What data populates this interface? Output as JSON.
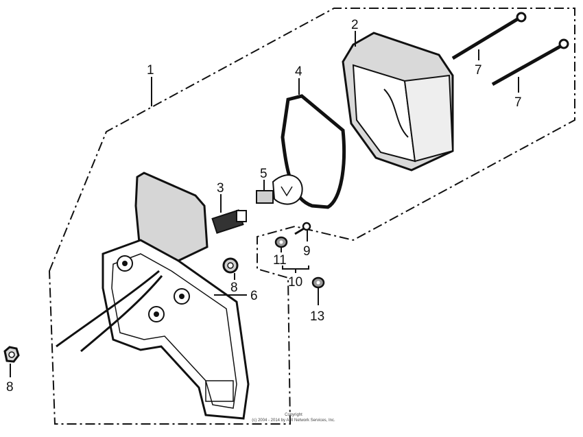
{
  "diagram": {
    "callouts": {
      "p1": "1",
      "p2": "2",
      "p3": "3",
      "p4": "4",
      "p5": "5",
      "p6": "6",
      "p7a": "7",
      "p7b": "7",
      "p8a": "8",
      "p8b": "8",
      "p9": "9",
      "p10": "10",
      "p11": "11",
      "p13": "13"
    },
    "copyright": {
      "line1": "Copyright",
      "line2": "(c) 2004 - 2014 by ARI Network Services, Inc."
    }
  }
}
